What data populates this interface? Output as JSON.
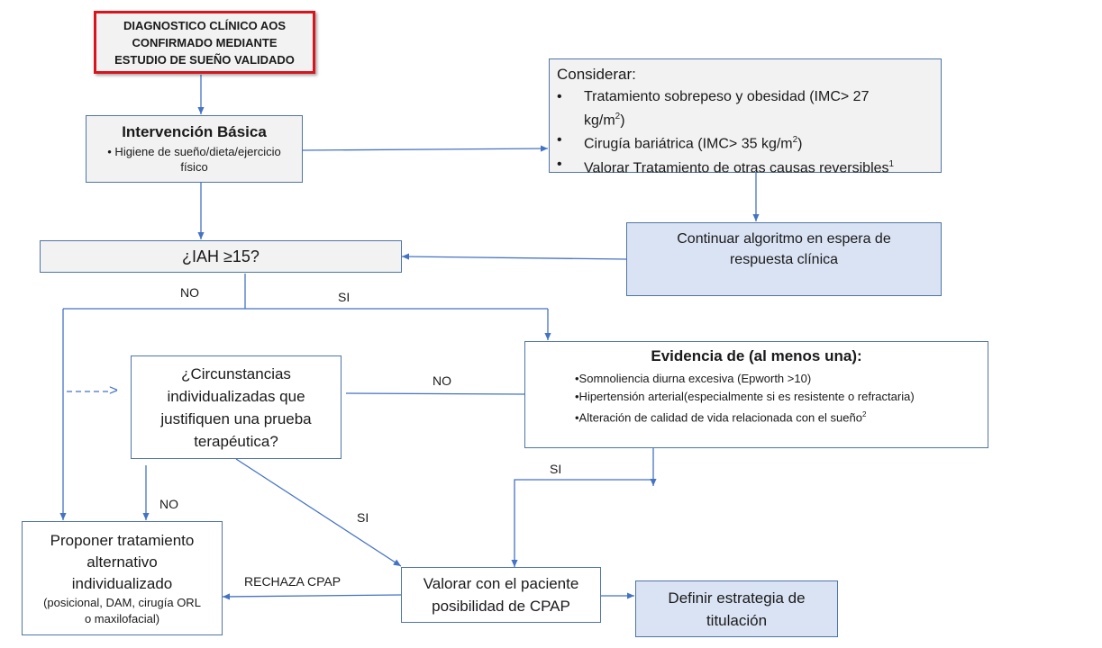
{
  "colors": {
    "border": "#4f74a8",
    "arrow": "#4472c4",
    "start_border": "#d9141c",
    "grey_fill": "#f2f2f2",
    "blue_fill": "#dae3f3"
  },
  "nodes": {
    "start": {
      "lines": [
        "DIAGNOSTICO CLÍNICO AOS",
        "CONFIRMADO MEDIANTE",
        "ESTUDIO DE SUEÑO VALIDADO"
      ]
    },
    "basic": {
      "title": "Intervención Básica",
      "bullet": "• Higiene de sueño/dieta/ejercicio",
      "bullet_cont": "físico"
    },
    "consider": {
      "title": "Considerar:",
      "items": [
        {
          "text": "Tratamiento sobrepeso y obesidad (IMC> 27",
          "cont": "kg/m",
          "sup": "2",
          "tail": ")"
        },
        {
          "text": "Cirugía bariátrica (IMC> 35 kg/m",
          "sup": "2",
          "tail": ")"
        },
        {
          "text": "Valorar Tratamiento de otras causas reversibles",
          "sup": "1",
          "tail": ""
        }
      ]
    },
    "iah": {
      "text": "¿IAH ≥15?"
    },
    "continuar": {
      "lines": [
        "Continuar algoritmo en espera de",
        "respuesta clínica"
      ]
    },
    "circ": {
      "lines": [
        "¿Circunstancias",
        "individualizadas que",
        "justifiquen una prueba",
        "terapéutica?"
      ]
    },
    "evidencia": {
      "title": "Evidencia de (al menos una):",
      "items": [
        {
          "text": "•Somnoliencia diurna excesiva (Epworth >10)",
          "sup": ""
        },
        {
          "text": "•Hipertensión arterial(especialmente si es resistente o refractaria)",
          "sup": ""
        },
        {
          "text": "•Alteración de calidad de vida relacionada con el sueño",
          "sup": "2"
        }
      ]
    },
    "proponer": {
      "lines": [
        "Proponer tratamiento",
        "alternativo",
        "individualizado"
      ],
      "small": [
        "(posicional, DAM, cirugía ORL",
        "o maxilofacial)"
      ]
    },
    "valorar": {
      "lines": [
        "Valorar con el paciente",
        "posibilidad de CPAP"
      ]
    },
    "definir": {
      "lines": [
        "Definir estrategia de",
        "titulación"
      ]
    }
  },
  "labels": {
    "no_iah": "NO",
    "si_iah": "SI",
    "no_evid": "NO",
    "si_evid": "SI",
    "no_circ": "NO",
    "si_circ": "SI",
    "rechaza": "RECHAZA CPAP",
    "dashed_arrow": ">"
  }
}
